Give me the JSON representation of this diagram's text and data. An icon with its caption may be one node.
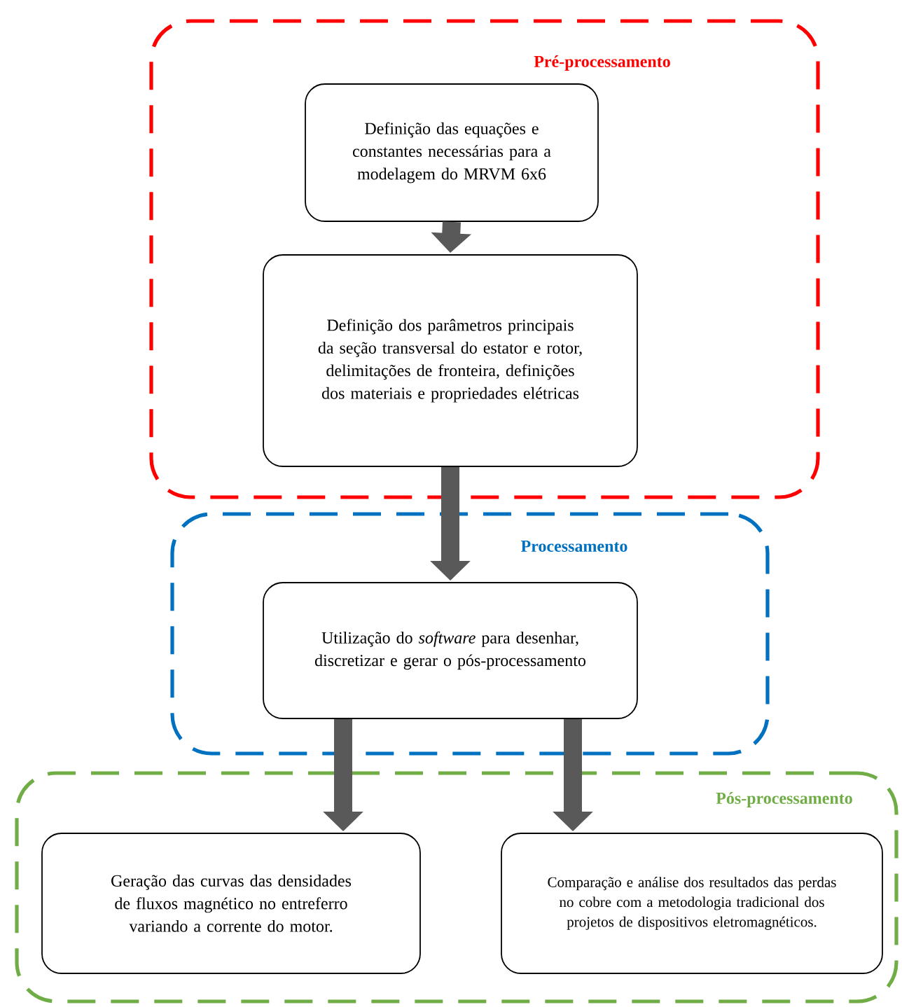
{
  "diagram": {
    "nodes": [
      {
        "text": [
          "Pré-processamento"
        ]
      },
      {
        "text": [
          "Definição das equações e constantes necessárias para a modelagem do MRVM 6x6"
        ],
        "in": 0
      },
      {
        "text": [
          "Definição dos parâmetros principais da seção transversal do estator e rotor, delimitações de fronteira, definições dos materiais e propriedades elétricas"
        ],
        "in": 0
      },
      {
        "text": [
          "Processamento"
        ]
      },
      {
        "text": [
          "Utilização do *software* para desenhar, discretizar e gerar o pós-processamento"
        ],
        "in": 3
      },
      {
        "text": [
          "Pós-processamento"
        ]
      },
      {
        "text": [
          "Geração das curvas das densidades de fluxos magnético no entreferro variando a corrente do motor."
        ],
        "in": 5
      },
      {
        "text": [
          "Comparação e análise dos resultados das perdas no cobre com a metodologia tradicional dos projetos de dispositivos eletromagnéticos."
        ],
        "in": 5
      }
    ],
    "edges": [
      {
        "from": 1,
        "to": 2,
        "arrow": "to"
      },
      {
        "from": 2,
        "to": 4,
        "arrow": "to"
      },
      {
        "from": 4,
        "to": 6,
        "arrow": "to"
      },
      {
        "from": 4,
        "to": 7,
        "arrow": "to"
      }
    ]
  }
}
